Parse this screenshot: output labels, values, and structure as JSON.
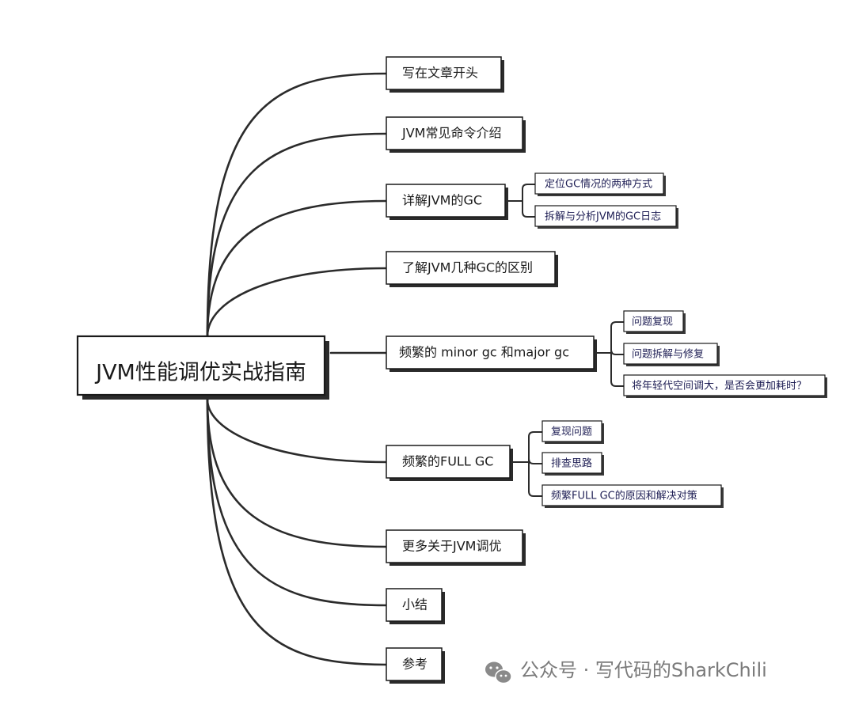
{
  "root": {
    "label": "JVM性能调优实战指南"
  },
  "branches": [
    {
      "label": "写在文章开头",
      "children": []
    },
    {
      "label": "JVM常见命令介绍",
      "children": []
    },
    {
      "label": "详解JVM的GC",
      "children": [
        {
          "label": "定位GC情况的两种方式"
        },
        {
          "label": "拆解与分析JVM的GC日志"
        }
      ]
    },
    {
      "label": "了解JVM几种GC的区别",
      "children": []
    },
    {
      "label": "频繁的 minor gc 和major gc",
      "children": [
        {
          "label": "问题复现"
        },
        {
          "label": "问题拆解与修复"
        },
        {
          "label": "将年轻代空间调大，是否会更加耗时？"
        }
      ]
    },
    {
      "label": "频繁的FULL GC",
      "children": [
        {
          "label": "复现问题"
        },
        {
          "label": "排查思路"
        },
        {
          "label": "频繁FULL GC的原因和解决对策"
        }
      ]
    },
    {
      "label": "更多关于JVM调优",
      "children": []
    },
    {
      "label": "小结",
      "children": []
    },
    {
      "label": "参考",
      "children": []
    }
  ],
  "watermark": {
    "icon": "wechat-icon",
    "text": "公众号 · 写代码的SharkChili"
  },
  "colors": {
    "line": "#2b2b2b",
    "text": "#1a1a1a",
    "subtext": "#1f1f55",
    "watermark": "#7a7a7a"
  }
}
